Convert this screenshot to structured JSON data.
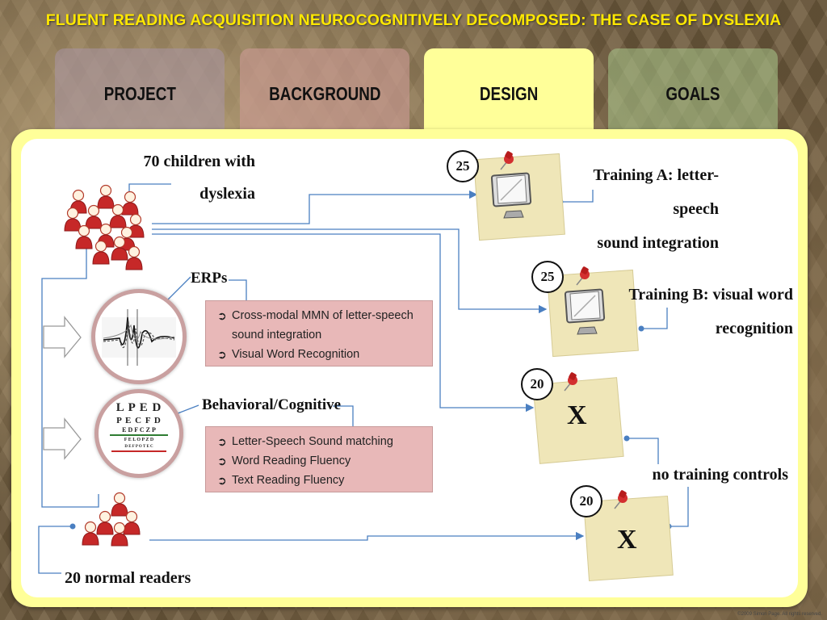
{
  "title": "FLUENT READING ACQUISITION NEUROCOGNITIVELY DECOMPOSED: THE CASE OF DYSLEXIA",
  "tabs": [
    {
      "label": "PROJECT"
    },
    {
      "label": "BACKGROUND"
    },
    {
      "label": "DESIGN",
      "active": true
    },
    {
      "label": "GOALS"
    }
  ],
  "groups": {
    "dyslexia_line1": "70 children with",
    "dyslexia_line2": "dyslexia",
    "normal": "20 normal readers"
  },
  "measures": {
    "erp_label": "ERPs",
    "erp_items": [
      "Cross-modal MMN of letter-speech sound integration",
      "Visual Word Recognition"
    ],
    "behav_label": "Behavioral/Cognitive",
    "behav_items": [
      "Letter-Speech Sound matching",
      "Word Reading Fluency",
      "Text Reading Fluency"
    ]
  },
  "eye_chart": {
    "row1": "L P E D",
    "row2": "P E C F D",
    "row3": "E D F C Z P",
    "row4": "F E L O P Z D",
    "row5": "D E F P O T E C"
  },
  "conditions": [
    {
      "count": "25",
      "line1": "Training A: letter-speech",
      "line2": "sound integration"
    },
    {
      "count": "25",
      "line1": "Training B: visual word",
      "line2": "recognition"
    },
    {
      "count": "20",
      "mark": "X",
      "line1": "no training controls"
    },
    {
      "count": "20",
      "mark": "X"
    }
  ],
  "copyright": "©2009 Simon Page. All rights reserved.",
  "colors": {
    "title": "#ffe800",
    "panel": "#ffff99",
    "box": "#e8b8b8",
    "line": "#4a7fc1",
    "figure": "#c62828"
  }
}
